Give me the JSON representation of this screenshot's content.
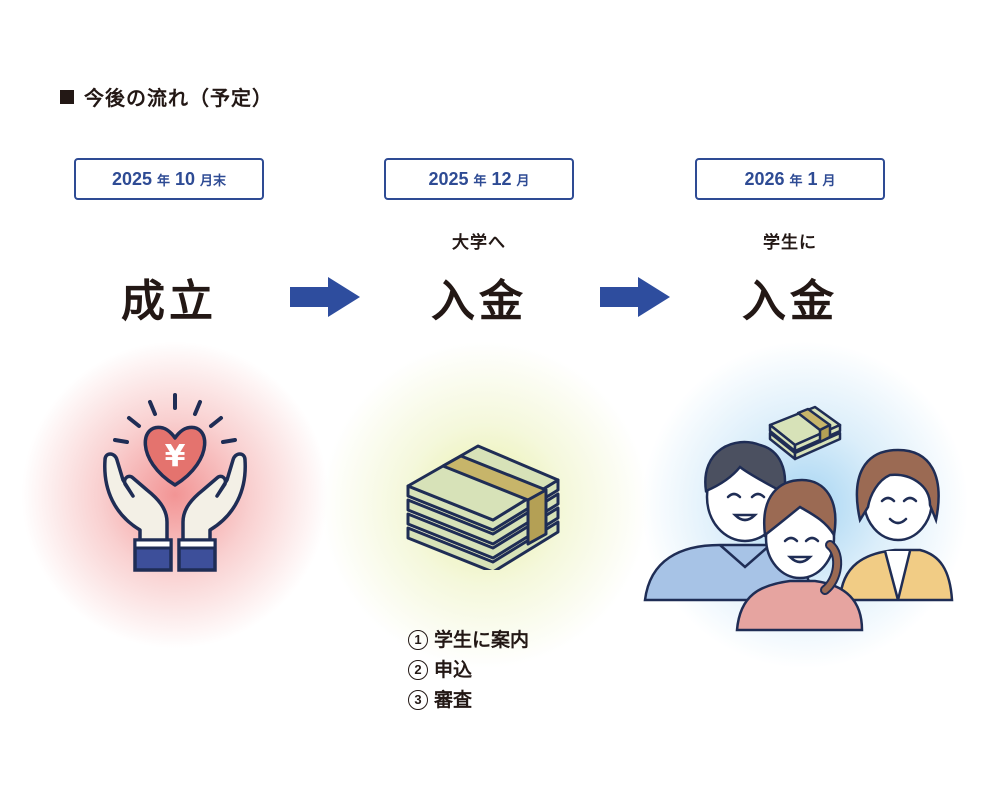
{
  "heading": "今後の流れ（予定）",
  "steps": [
    {
      "date": [
        {
          "n": "2025",
          "u": "年"
        },
        {
          "n": "10",
          "u": "月末"
        }
      ],
      "pre": "",
      "big": "成立",
      "illustration": "hands-holding-yen-heart"
    },
    {
      "date": [
        {
          "n": "2025",
          "u": "年"
        },
        {
          "n": "12",
          "u": "月"
        }
      ],
      "pre": "大学へ",
      "big": "入金",
      "illustration": "stack-of-banknotes"
    },
    {
      "date": [
        {
          "n": "2026",
          "u": "年"
        },
        {
          "n": "1",
          "u": "月"
        }
      ],
      "pre": "学生に",
      "big": "入金",
      "illustration": "students-with-money"
    }
  ],
  "substeps": [
    {
      "num": "1",
      "text": "学生に案内"
    },
    {
      "num": "2",
      "text": "申込"
    },
    {
      "num": "3",
      "text": "審査"
    }
  ],
  "colors": {
    "accent_blue": "#2e4b94",
    "arrow": "#2e4d9e",
    "glow_red": "#f08f8f",
    "glow_yellow": "#e7ee9c",
    "glow_blue": "#a4d3f1",
    "banknote": "#d7e2b8",
    "band": "#c7b56a"
  }
}
